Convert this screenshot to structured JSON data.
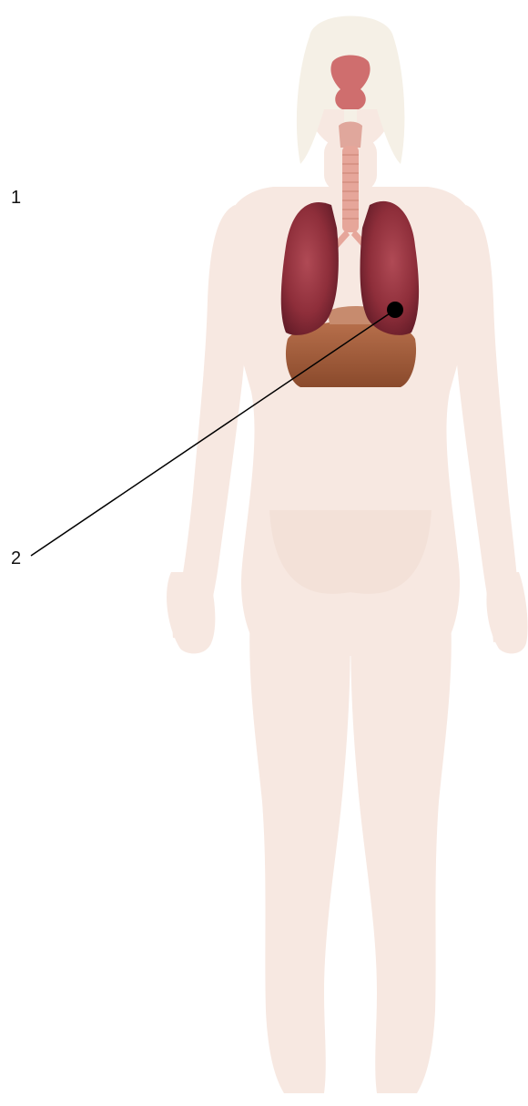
{
  "labels": [
    {
      "id": "1",
      "text": "1"
    },
    {
      "id": "2",
      "text": "2"
    }
  ],
  "colors": {
    "body_skin": "#f6e6de",
    "hair": "#f4efe4",
    "lung": "#9a3440",
    "lung_dark": "#6f1f2c",
    "trachea": "#e6a69a",
    "nasal": "#cf6e6e",
    "liver": "#a65a3a",
    "pointer_line": "#000000",
    "pointer_dot": "#000000"
  },
  "icons": {
    "figure": "human-back-view-icon",
    "organs": "respiratory-system-icon",
    "pointer": "leader-line-dot-icon"
  }
}
